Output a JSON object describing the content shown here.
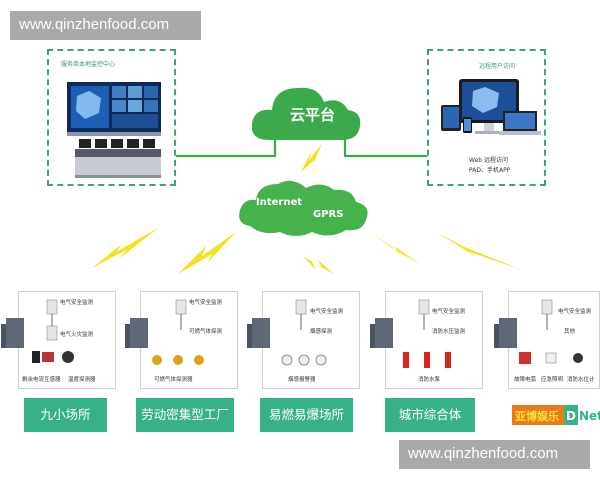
{
  "watermark": {
    "top_text": "www.qinzhenfood.com",
    "bottom_text": "www.qinzhenfood.com"
  },
  "left_panel": {
    "title": "服务商本地监控中心"
  },
  "right_panel": {
    "title": "远程用户访问",
    "line1": "Web 远程访问",
    "line2": "PAD、手机APP"
  },
  "cloud_platform": {
    "label": "云平台"
  },
  "network": {
    "internet": "Internet",
    "gprs": "GPRS"
  },
  "sites": [
    {
      "name": "九小场所",
      "top_label": "电气安全监测",
      "mid_label": "电气火灾监测",
      "bottom_labels": [
        "剩余电流互感器",
        "温度探测器"
      ]
    },
    {
      "name": "劳动密集型工厂",
      "top_label": "电气安全监测",
      "mid_label": "可燃气体探测",
      "bottom_labels": [
        "可燃气体探测器"
      ]
    },
    {
      "name": "易燃易爆场所",
      "top_label": "电气安全监测",
      "mid_label": "烟感探测",
      "bottom_labels": [
        "烟感报警器"
      ]
    },
    {
      "name": "城市综合体",
      "top_label": "电气安全监测",
      "mid_label": "消防水压监测",
      "bottom_labels": [
        "消防水泵"
      ]
    },
    {
      "name": "",
      "top_label": "电气安全监测",
      "mid_label": "其他",
      "bottom_labels": [
        "故障电弧",
        "应急照明",
        "消防水位计"
      ]
    }
  ],
  "brand": {
    "left": "亚博娱乐",
    "right": "Net",
    "center": "D"
  },
  "colors": {
    "green": "#37b18a",
    "cloud_green": "#3aaa4a",
    "dashed": "#3aa675",
    "bolt": "#f2e21d",
    "brand_orange": "#e87b1c"
  }
}
